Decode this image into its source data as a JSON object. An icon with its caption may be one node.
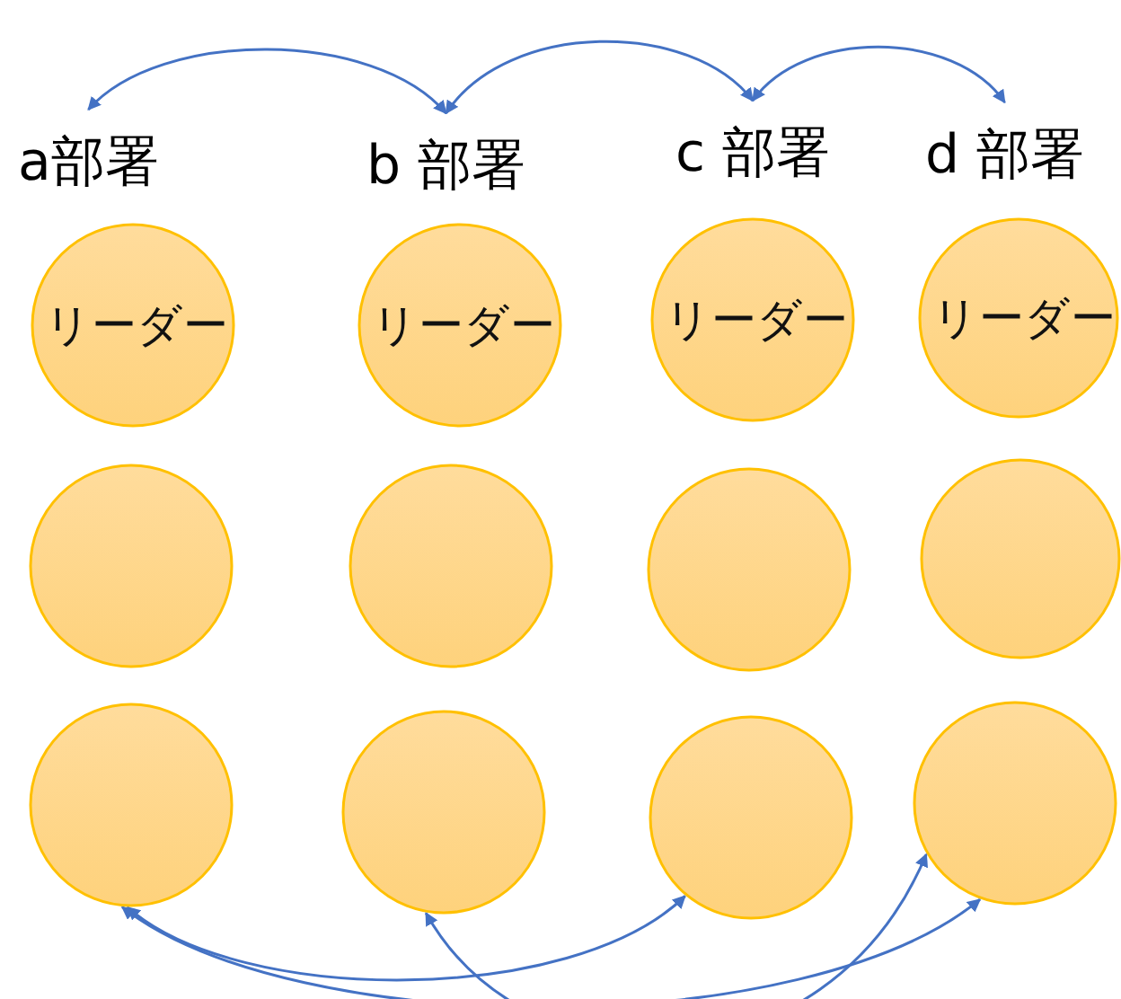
{
  "diagram": {
    "nodes": [
      {
        "text": [
          "a部署"
        ]
      },
      {
        "text": [
          "b 部署"
        ]
      },
      {
        "text": [
          "c 部署"
        ]
      },
      {
        "text": [
          "d 部署"
        ]
      },
      {
        "text": [
          "リーダー"
        ]
      },
      {
        "text": [
          "リーダー"
        ]
      },
      {
        "text": [
          "リーダー"
        ]
      },
      {
        "text": [
          "リーダー"
        ]
      },
      {
        "text": [],
        "shape": "circle"
      },
      {
        "text": [],
        "shape": "circle"
      },
      {
        "text": [],
        "shape": "circle"
      },
      {
        "text": [],
        "shape": "circle"
      },
      {
        "text": [],
        "shape": "circle"
      },
      {
        "text": [],
        "shape": "circle"
      },
      {
        "text": [],
        "shape": "circle"
      },
      {
        "text": [],
        "shape": "circle"
      }
    ],
    "edges": [
      {
        "from": 0,
        "to": 1,
        "arrow": "both"
      },
      {
        "from": 1,
        "to": 2,
        "arrow": "both"
      },
      {
        "from": 2,
        "to": 3,
        "arrow": "both"
      },
      {
        "from": 12,
        "to": 14,
        "arrow": "both"
      },
      {
        "from": 12,
        "to": 15,
        "arrow": "both"
      },
      {
        "from": 13,
        "to": 15,
        "arrow": "both"
      }
    ]
  }
}
